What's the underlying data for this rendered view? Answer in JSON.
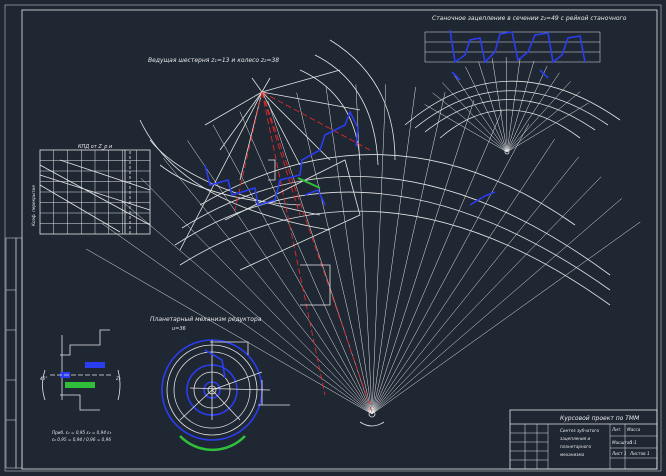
{
  "drawing": {
    "view_lengths_label": "Ведущая шестерня z₁=13 и колесо z₂=38",
    "view_profile_label": "Станочное зацепление в сечении z₂=49 с рейкой станочного",
    "chart_label": "КПД от Z_p и",
    "gear_view_label": "Планетарный механизм редуктора",
    "gear_ratio_label": "u=36",
    "chart_y_axis_label": "Коэф. перекрытия",
    "side_label_left": "45°",
    "side_label_right": "Z₂",
    "notes_line1": "Приб. ε₁ = 0,95 ε₂ = 0,94 ε₃",
    "notes_line2": "ε₀ 0,95 = 0,94 / 0,96 = 0,96"
  },
  "title_block": {
    "title": "Курсовой проект по ТММ",
    "left_rows": [
      "",
      "",
      "",
      "",
      ""
    ],
    "doc_name_lines": [
      "Синтез зубчатого",
      "зацепления и",
      "планетарного",
      "механизма"
    ],
    "right_col": [
      "Лит.",
      "Масса",
      "Масштаб",
      "1:1",
      "Лист 1",
      "Листов 1"
    ]
  },
  "colors": {
    "background": "#1f2733",
    "lines": "#e6e6e6",
    "profile": "#2b3df0",
    "centerlines": "#e02828",
    "highlight": "#2fbf3a",
    "dimension_text": "#e08a2a"
  }
}
